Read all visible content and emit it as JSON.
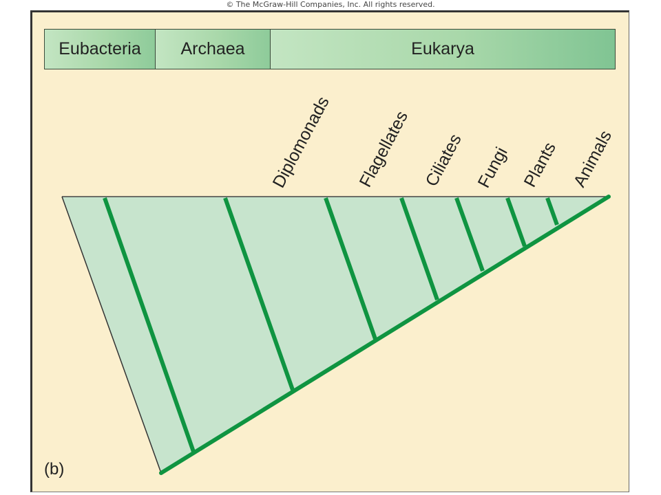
{
  "copyright": "© The McGraw-Hill Companies, Inc. All rights reserved.",
  "domains": [
    {
      "label": "Eubacteria"
    },
    {
      "label": "Archaea"
    },
    {
      "label": "Eukarya"
    }
  ],
  "taxa": [
    {
      "label": "Diplomonads"
    },
    {
      "label": "Flagellates"
    },
    {
      "label": "Ciliates"
    },
    {
      "label": "Fungi"
    },
    {
      "label": "Plants"
    },
    {
      "label": "Animals"
    }
  ],
  "panel_label": "(b)",
  "colors": {
    "background": "#fbefcd",
    "tree_fill": "#c7e4cd",
    "branch": "#0f9441",
    "outline": "#333333"
  }
}
